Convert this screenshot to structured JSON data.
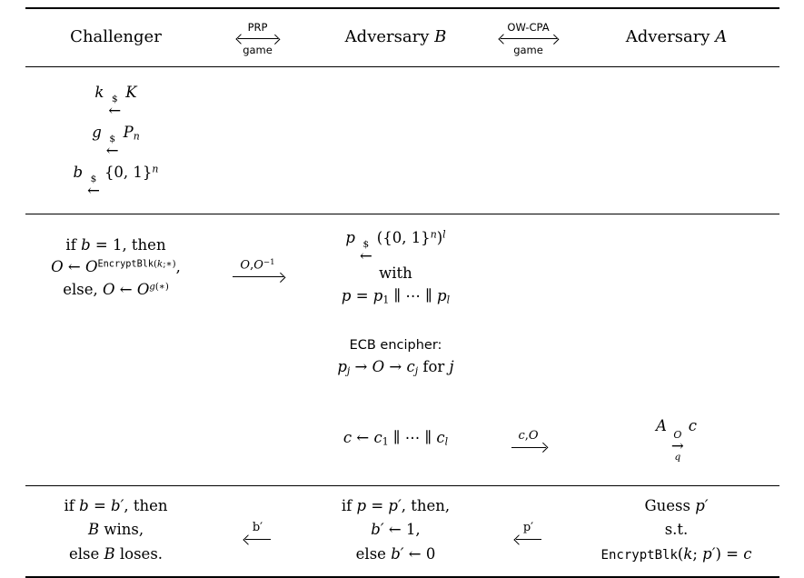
{
  "header": {
    "challenger": "Challenger",
    "prp": {
      "top": "PRP",
      "bottom": "game"
    },
    "advB": {
      "word": "Adversary ",
      "letter": "B"
    },
    "owcpa": {
      "top": "OW-CPA",
      "bottom": "game"
    },
    "advA": {
      "word": "Adversary ",
      "letter": "A"
    }
  },
  "setup": {
    "k": {
      "var": "k",
      "dollar": "$",
      "arrow": "←",
      "set": "K"
    },
    "g": {
      "var": "g",
      "dollar": "$",
      "arrow": "←",
      "set": "P",
      "sub": "n"
    },
    "b": {
      "var": "b",
      "dollar": "$",
      "arrow": "←",
      "set": "{0, 1}",
      "sup": "n"
    }
  },
  "oracle": {
    "l1": {
      "t1": "if ",
      "b": "b",
      "t2": " = 1, then"
    },
    "l2": {
      "o1": "O",
      "arr": " ← ",
      "o2": "O",
      "fn": "EncryptBlk",
      "p1": "(",
      "k": "k",
      "p2": ";∗)",
      "comma": ","
    },
    "l3": {
      "t1": "else, ",
      "o1": "O",
      "arr": " ← ",
      "o2": "O",
      "g": "g",
      "p": "(∗)"
    }
  },
  "arrowOO": {
    "o1": "O",
    "comma": ",",
    "o2": "O",
    "sup": "−1"
  },
  "sampleP": {
    "l1": {
      "var": "p",
      "dollar": "$",
      "arrow": "←",
      "open": "(",
      "set": "{0, 1}",
      "n": "n",
      "close": ")",
      "l": "l"
    },
    "l2": "with",
    "l3": {
      "p": "p",
      "eq": " = ",
      "p1": "p",
      "s1": "1",
      "c1": " ∥ ",
      "dots": "⋯",
      "c2": " ∥ ",
      "p2": "p",
      "s2": "l"
    }
  },
  "ecb": {
    "title": "ECB encipher:",
    "l": {
      "p": "p",
      "pj": "j",
      "a1": " → ",
      "o": "O",
      "a2": " → ",
      "c": "c",
      "cj": "j",
      "for": " for ",
      "j": "j"
    }
  },
  "concat": {
    "c": "c",
    "arr": " ← ",
    "c1": "c",
    "s1": "1",
    "j1": " ∥ ",
    "dots": "⋯",
    "j2": " ∥ ",
    "c2": "c",
    "s2": "l"
  },
  "arrowCO": {
    "c": "c",
    "comma": ",",
    "o": "O"
  },
  "runA": {
    "a": "A",
    "top": "O",
    "arrow": "→",
    "bottom": "q",
    "res": "c"
  },
  "finalC": {
    "l1": {
      "t1": "if ",
      "b1": "b",
      "eq": " = ",
      "b2": "b′",
      "t2": ", then"
    },
    "l2": {
      "b": "B",
      "t": " wins,"
    },
    "l3": {
      "t1": "else ",
      "b": "B",
      "t2": " loses."
    }
  },
  "arrowB": {
    "label": "b′"
  },
  "finalB": {
    "l1": {
      "t1": "if ",
      "p1": "p",
      "eq": " = ",
      "p2": "p′",
      "t2": ", then,"
    },
    "l2": {
      "v": "b′",
      "arr": " ← ",
      "n": "1,"
    },
    "l3": {
      "t1": "else ",
      "v": "b′",
      "arr": " ← ",
      "n": "0"
    }
  },
  "arrowP": {
    "label": "p′"
  },
  "finalA": {
    "l1": {
      "t": "Guess ",
      "p": "p′"
    },
    "l2": "s.t.",
    "l3": {
      "fn": "EncryptBlk",
      "p1": "(",
      "k": "k",
      "sep": "; ",
      "p": "p′",
      "p2": ") = ",
      "c": "c"
    }
  }
}
